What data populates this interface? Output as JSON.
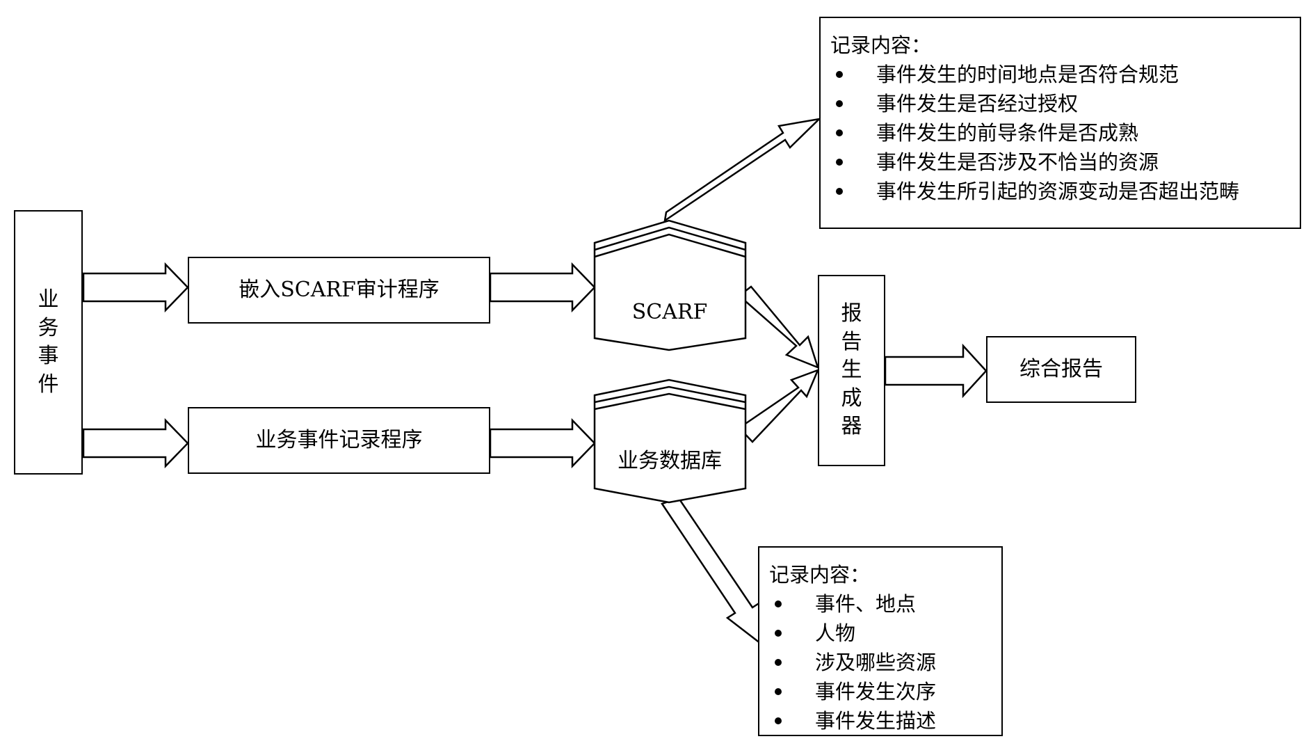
{
  "source_box": {
    "text": "业务事件"
  },
  "process_top": {
    "text": "嵌入SCARF审计程序"
  },
  "process_bottom": {
    "text": "业务事件记录程序"
  },
  "store_top": {
    "text": "SCARF"
  },
  "store_bottom": {
    "text": "业务数据库"
  },
  "generator": {
    "text": "报告生成器"
  },
  "report": {
    "text": "综合报告"
  },
  "notes_top": {
    "title": "记录内容：",
    "items": [
      "事件发生的时间地点是否符合规范",
      "事件发生是否经过授权",
      "事件发生的前导条件是否成熟",
      "事件发生是否涉及不恰当的资源",
      "事件发生所引起的资源变动是否超出范畴"
    ]
  },
  "notes_bottom": {
    "title": "记录内容：",
    "items": [
      "事件、地点",
      "人物",
      "涉及哪些资源",
      "事件发生次序",
      "事件发生描述"
    ]
  },
  "colors": {
    "stroke": "#000000",
    "fill": "#ffffff"
  }
}
